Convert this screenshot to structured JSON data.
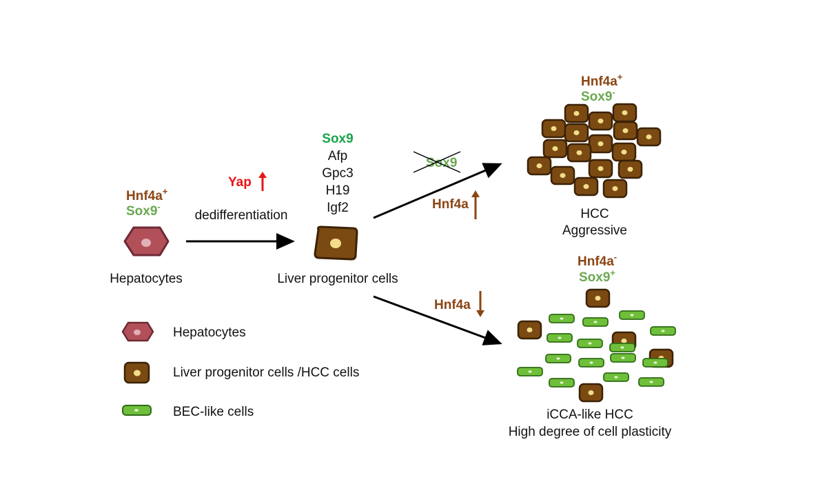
{
  "colors": {
    "hepatocyte_fill": "#b2505a",
    "hepatocyte_stroke": "#6e2a34",
    "progenitor_fill": "#7b4a12",
    "progenitor_stroke": "#3b2206",
    "nucleus_yellow": "#f3dd8a",
    "bec_fill": "#6fbf3a",
    "bec_stroke": "#2f6b16",
    "brown_text": "#8B4513",
    "green_text": "#6aa84f",
    "sox9_green": "#1aa34a",
    "yap_red": "#e81414"
  },
  "hepatocyte_stage": {
    "marker_hnf4a": "Hnf4a",
    "marker_hnf4a_sign": "+",
    "marker_sox9": "Sox9",
    "marker_sox9_sign": "-",
    "label": "Hepatocytes"
  },
  "dedifferentiation": {
    "yap_label": "Yap",
    "yap_direction": "up",
    "label": "dedifferentiation"
  },
  "progenitor_stage": {
    "markers": [
      "Sox9",
      "Afp",
      "Gpc3",
      "H19",
      "Igf2"
    ],
    "label": "Liver progenitor cells"
  },
  "hcc_branch": {
    "crossed_marker": "Sox9",
    "hnf4a_label": "Hnf4a",
    "hnf4a_direction": "up",
    "marker_hnf4a": "Hnf4a",
    "marker_hnf4a_sign": "+",
    "marker_sox9": "Sox9",
    "marker_sox9_sign": "-",
    "title_line1": "HCC",
    "title_line2": "Aggressive"
  },
  "icca_branch": {
    "hnf4a_label": "Hnf4a",
    "hnf4a_direction": "down",
    "marker_hnf4a": "Hnf4a",
    "marker_hnf4a_sign": "-",
    "marker_sox9": "Sox9",
    "marker_sox9_sign": "+",
    "title_line1": "iCCA-like HCC",
    "title_line2": "High degree of cell plasticity"
  },
  "legend": {
    "items": [
      {
        "icon": "hepatocyte-icon",
        "label": "Hepatocytes"
      },
      {
        "icon": "progenitor-cell-icon",
        "label": "Liver progenitor cells /HCC cells"
      },
      {
        "icon": "bec-cell-icon",
        "label": "BEC-like cells"
      }
    ]
  }
}
